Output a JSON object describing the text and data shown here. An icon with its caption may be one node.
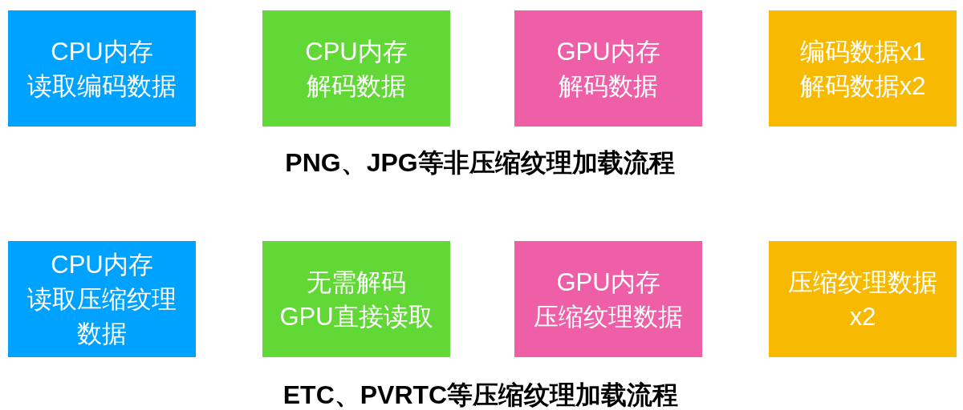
{
  "diagram": {
    "nodes": [
      {
        "text": [
          "CPU内存",
          "读取编码数据"
        ]
      },
      {
        "text": [
          "CPU内存",
          "解码数据"
        ]
      },
      {
        "text": [
          "GPU内存",
          "解码数据"
        ]
      },
      {
        "text": [
          "编码数据x1",
          "解码数据x2"
        ]
      },
      {
        "text": [
          "CPU内存",
          "读取压缩纹理数据"
        ]
      },
      {
        "text": [
          "无需解码",
          "GPU直接读取"
        ]
      },
      {
        "text": [
          "GPU内存",
          "压缩纹理数据"
        ]
      },
      {
        "text": [
          "压缩纹理数据x2"
        ]
      }
    ],
    "labels": [
      "PNG、JPG等非压缩纹理加载流程",
      "ETC、PVRTC等压缩纹理加载流程"
    ]
  }
}
